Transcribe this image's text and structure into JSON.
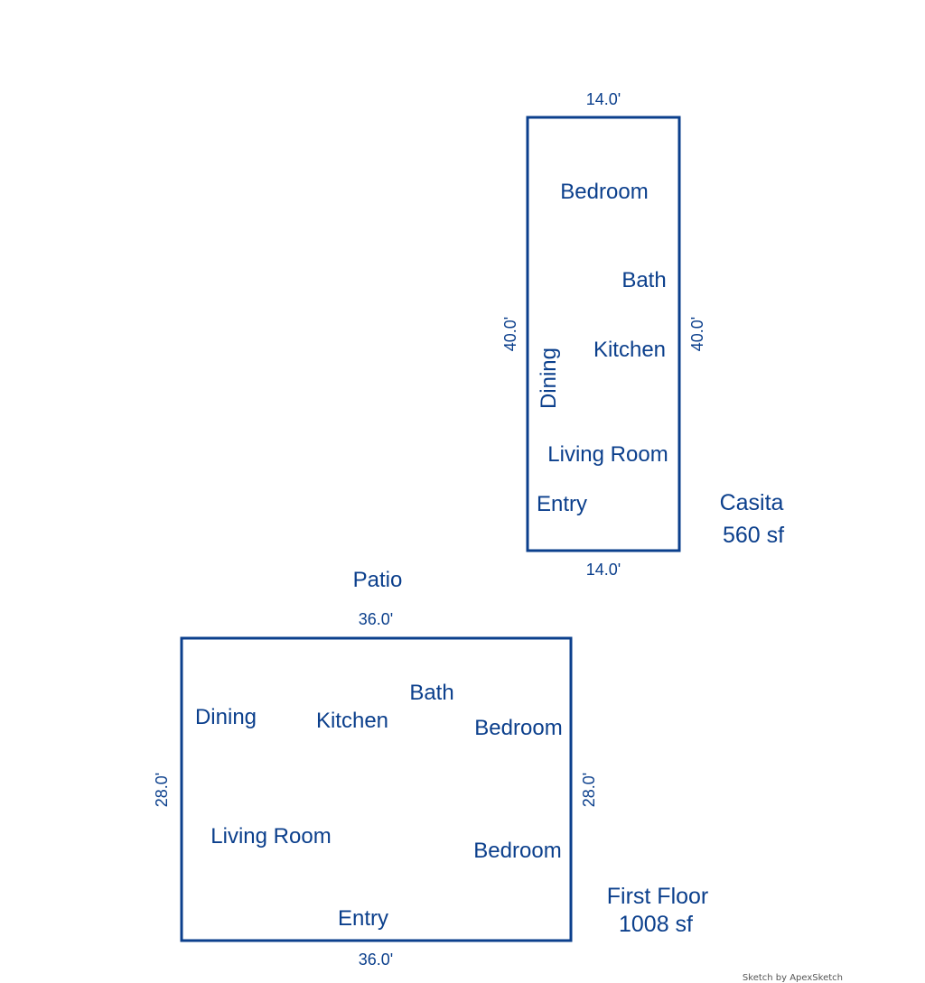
{
  "casita": {
    "dim_top": "14.0'",
    "dim_bottom": "14.0'",
    "dim_left": "40.0'",
    "dim_right": "40.0'",
    "rooms": {
      "bedroom": "Bedroom",
      "bath": "Bath",
      "kitchen": "Kitchen",
      "dining": "Dining",
      "living_room": "Living Room",
      "entry": "Entry"
    },
    "name": "Casita",
    "area": "560 sf"
  },
  "patio": {
    "label": "Patio"
  },
  "first_floor": {
    "dim_top": "36.0'",
    "dim_bottom": "36.0'",
    "dim_left": "28.0'",
    "dim_right": "28.0'",
    "rooms": {
      "dining": "Dining",
      "kitchen": "Kitchen",
      "bath": "Bath",
      "bedroom_1": "Bedroom",
      "living_room": "Living Room",
      "bedroom_2": "Bedroom",
      "entry": "Entry"
    },
    "name": "First Floor",
    "area": "1008 sf"
  },
  "credit": "Sketch by ApexSketch",
  "colors": {
    "line": "#0b3f8c",
    "text": "#0b3f8c",
    "credit": "#555555"
  }
}
